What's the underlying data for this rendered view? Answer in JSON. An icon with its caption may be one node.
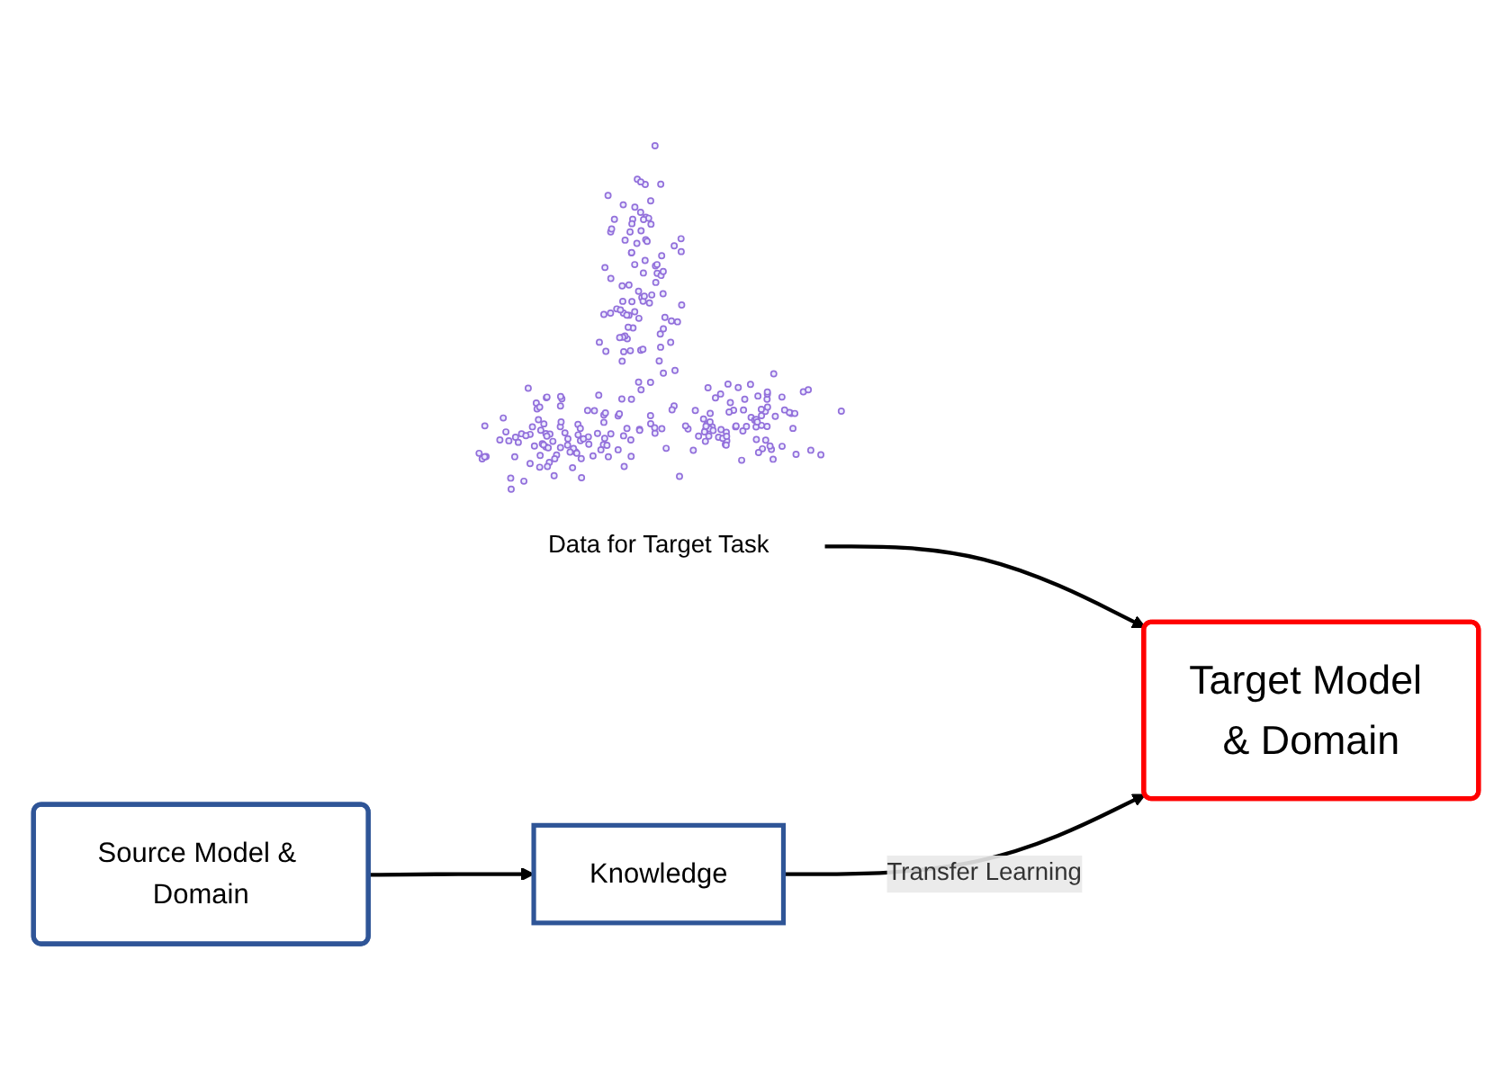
{
  "diagram": {
    "nodes": [
      {
        "text": [],
        "shape": "picture",
        "beside": [
          "Data for Target Task"
        ]
      },
      {
        "text": [
          "Target Model & Domain"
        ]
      },
      {
        "text": [
          "Source Model & Domain"
        ]
      },
      {
        "text": [
          "Knowledge"
        ]
      }
    ],
    "edges": [
      {
        "from": 0,
        "to": 1,
        "arrow": "to"
      },
      {
        "from": 2,
        "to": 3,
        "arrow": "to"
      },
      {
        "from": 3,
        "to": 1,
        "arrow": "to",
        "label": "Transfer Learning"
      }
    ]
  }
}
